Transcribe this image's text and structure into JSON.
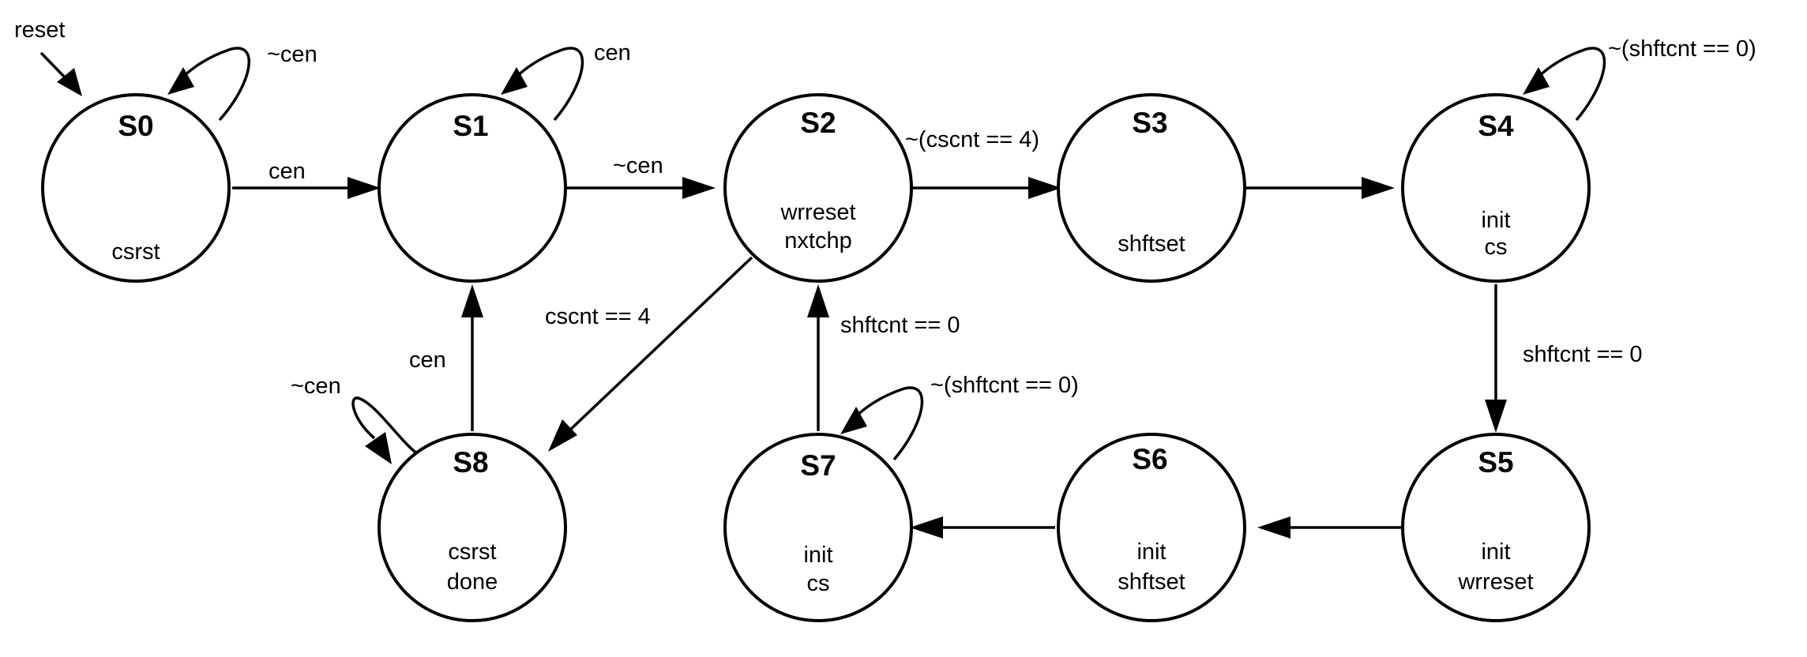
{
  "diagram": {
    "reset_label": "reset",
    "states": [
      {
        "id": "S0",
        "name": "S0",
        "outputs": [
          "csrst"
        ]
      },
      {
        "id": "S1",
        "name": "S1",
        "outputs": []
      },
      {
        "id": "S2",
        "name": "S2",
        "outputs": [
          "wrreset",
          "nxtchp"
        ]
      },
      {
        "id": "S3",
        "name": "S3",
        "outputs": [
          "shftset"
        ]
      },
      {
        "id": "S4",
        "name": "S4",
        "outputs": [
          "init",
          "cs"
        ]
      },
      {
        "id": "S5",
        "name": "S5",
        "outputs": [
          "init",
          "wrreset"
        ]
      },
      {
        "id": "S6",
        "name": "S6",
        "outputs": [
          "init",
          "shftset"
        ]
      },
      {
        "id": "S7",
        "name": "S7",
        "outputs": [
          "init",
          "cs"
        ]
      },
      {
        "id": "S8",
        "name": "S8",
        "outputs": [
          "csrst",
          "done"
        ]
      }
    ],
    "transitions": [
      {
        "id": "S0-S0",
        "from": "S0",
        "to": "S0",
        "label": "~cen"
      },
      {
        "id": "S0-S1",
        "from": "S0",
        "to": "S1",
        "label": "cen"
      },
      {
        "id": "S1-S1",
        "from": "S1",
        "to": "S1",
        "label": "cen"
      },
      {
        "id": "S1-S2",
        "from": "S1",
        "to": "S2",
        "label": "~cen"
      },
      {
        "id": "S2-S3",
        "from": "S2",
        "to": "S3",
        "label": "~(cscnt == 4)"
      },
      {
        "id": "S2-S8",
        "from": "S2",
        "to": "S8",
        "label": "cscnt == 4"
      },
      {
        "id": "S3-S4",
        "from": "S3",
        "to": "S4",
        "label": ""
      },
      {
        "id": "S4-S4",
        "from": "S4",
        "to": "S4",
        "label": "~(shftcnt == 0)"
      },
      {
        "id": "S4-S5",
        "from": "S4",
        "to": "S5",
        "label": "shftcnt == 0"
      },
      {
        "id": "S5-S6",
        "from": "S5",
        "to": "S6",
        "label": ""
      },
      {
        "id": "S6-S7",
        "from": "S6",
        "to": "S7",
        "label": ""
      },
      {
        "id": "S7-S7",
        "from": "S7",
        "to": "S7",
        "label": "~(shftcnt == 0)"
      },
      {
        "id": "S7-S2",
        "from": "S7",
        "to": "S2",
        "label": "shftcnt == 0"
      },
      {
        "id": "S8-S8",
        "from": "S8",
        "to": "S8",
        "label": "~cen"
      },
      {
        "id": "S8-S1",
        "from": "S8",
        "to": "S1",
        "label": "cen"
      }
    ]
  }
}
